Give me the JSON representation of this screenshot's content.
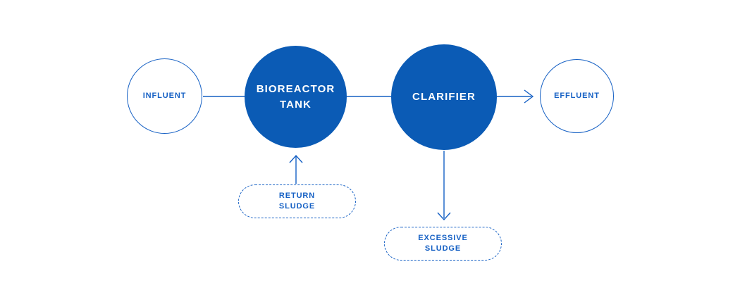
{
  "colors": {
    "fill_blue": "#0B5BB5",
    "line_blue": "#1560C4",
    "background": "#FFFFFF",
    "text_on_fill": "#FFFFFF"
  },
  "nodes": {
    "influent": {
      "label": "INFLUENT",
      "shape": "circle-outline"
    },
    "bioreactor_tank": {
      "label": "BIOREACTOR\nTANK",
      "shape": "circle-filled"
    },
    "clarifier": {
      "label": "CLARIFIER",
      "shape": "circle-filled"
    },
    "effluent": {
      "label": "EFFLUENT",
      "shape": "circle-outline"
    },
    "return_sludge": {
      "label": "RETURN\nSLUDGE",
      "shape": "dashed-pill"
    },
    "excessive_sludge": {
      "label": "EXCESSIVE\nSLUDGE",
      "shape": "dashed-pill"
    }
  },
  "connections": [
    {
      "from": "influent",
      "to": "bioreactor_tank",
      "style": "plain-line"
    },
    {
      "from": "bioreactor_tank",
      "to": "clarifier",
      "style": "plain-line"
    },
    {
      "from": "clarifier",
      "to": "effluent",
      "style": "arrow"
    },
    {
      "from": "return_sludge",
      "to": "bioreactor_tank",
      "style": "arrow"
    },
    {
      "from": "clarifier",
      "to": "excessive_sludge",
      "style": "arrow"
    }
  ]
}
